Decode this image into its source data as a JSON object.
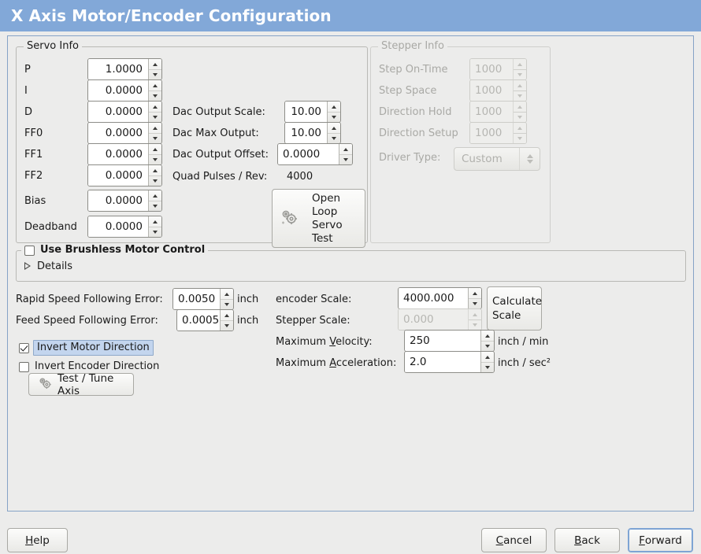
{
  "window": {
    "title": "X Axis Motor/Encoder Configuration",
    "titlebar_color": "#82a8d8",
    "background_color": "#ececeb"
  },
  "servo_info": {
    "legend": "Servo Info",
    "fields": [
      {
        "label": "P",
        "value": "1.0000"
      },
      {
        "label": "I",
        "value": "0.0000"
      },
      {
        "label": "D",
        "value": "0.0000"
      },
      {
        "label": "FF0",
        "value": "0.0000"
      },
      {
        "label": "FF1",
        "value": "0.0000"
      },
      {
        "label": "FF2",
        "value": "0.0000"
      },
      {
        "label": "Bias",
        "value": "0.0000"
      },
      {
        "label": "Deadband",
        "value": "0.0000"
      }
    ],
    "dac": {
      "output_scale_label": "Dac Output Scale:",
      "output_scale_value": "10.00",
      "max_output_label": "Dac Max Output:",
      "max_output_value": "10.00",
      "output_offset_label": "Dac Output Offset:",
      "output_offset_value": "0.0000",
      "quad_pulses_label": "Quad Pulses / Rev:",
      "quad_pulses_value": "4000"
    },
    "open_loop_button": {
      "line1": "Open",
      "line2": "Loop",
      "line3": "Servo",
      "line4": "Test",
      "icon": "gears-icon"
    }
  },
  "stepper_info": {
    "legend": "Stepper Info",
    "enabled": false,
    "fields": [
      {
        "label": "Step On-Time",
        "value": "1000"
      },
      {
        "label": "Step Space",
        "value": "1000"
      },
      {
        "label": "Direction Hold",
        "value": "1000"
      },
      {
        "label": "Direction Setup",
        "value": "1000"
      }
    ],
    "driver_type_label": "Driver Type:",
    "driver_type_value": "Custom"
  },
  "brushless": {
    "checkbox_label": "Use Brushless Motor Control",
    "checked": false,
    "details_label": "Details",
    "details_expanded": false
  },
  "errors": {
    "rapid_label": "Rapid Speed Following Error:",
    "rapid_value": "0.0050",
    "rapid_unit": "inch",
    "feed_label": "Feed Speed Following Error:",
    "feed_value": "0.0005",
    "feed_unit": "inch"
  },
  "inverts": {
    "motor_label": "Invert Motor Direction",
    "motor_checked": true,
    "motor_focused": true,
    "encoder_label": "Invert Encoder Direction",
    "encoder_checked": false
  },
  "test_tune_button": {
    "label": "Test / Tune Axis",
    "icon": "gears-icon"
  },
  "scale": {
    "encoder_label": "encoder Scale:",
    "encoder_value": "4000.000",
    "stepper_label": "Stepper Scale:",
    "stepper_value": "0.000",
    "stepper_enabled": false,
    "calculate_button_line1": "Calculate",
    "calculate_button_line2": "Scale",
    "max_velocity_label": "Maximum Velocity:",
    "max_velocity_mnemonic": "V",
    "max_velocity_value": "250",
    "max_velocity_unit": "inch / min",
    "max_accel_label": "Maximum Acceleration:",
    "max_accel_mnemonic": "A",
    "max_accel_value": "2.0",
    "max_accel_unit": "inch / sec²"
  },
  "footer": {
    "help_label": "Help",
    "help_mnemonic": "H",
    "cancel_label": "Cancel",
    "cancel_mnemonic": "C",
    "back_label": "Back",
    "back_mnemonic": "B",
    "forward_label": "Forward",
    "forward_mnemonic": "F",
    "forward_focused": true
  }
}
